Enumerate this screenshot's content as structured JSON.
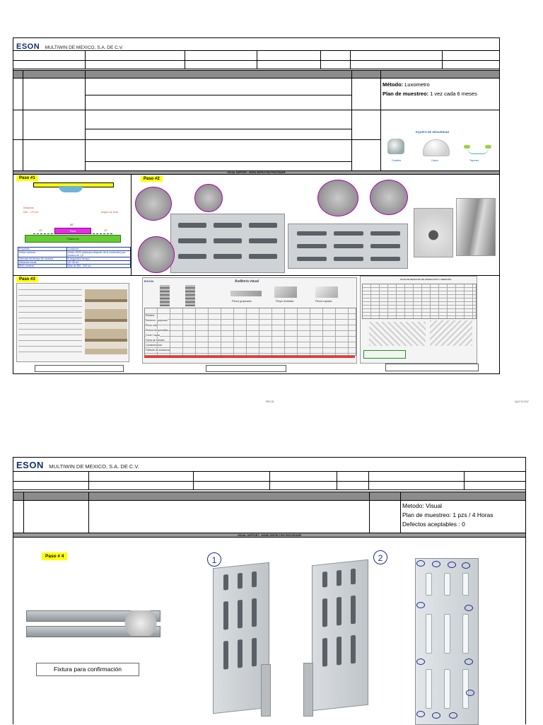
{
  "page1": {
    "logo": "ESON",
    "company": "MULTIWIN DE MEXICO, S.A. DE C.V.",
    "method_label": "Método:",
    "method_value": "Luxometro",
    "plan_label": "Plan de muestreo:",
    "plan_value": "1 vez cada 6 meses",
    "safety_title": "EQUIPO DE SEGURIDAD",
    "safety_items": [
      "Guantes",
      "Casco",
      "Tapones"
    ],
    "visual_support": "VISUAL SUPPORT - WORK INSPECTION PROCEDURE",
    "step1": "Paso #1",
    "step2": "Paso #2",
    "step3": "Paso #3",
    "diagram": {
      "distance_label": "Distancia",
      "distance_value": "Dist. : 170 cm",
      "angle_label": "Angulo de vista",
      "angle_left": "45°",
      "angle_right": "45°",
      "angle_center": "90°",
      "piece": "Pieza",
      "platform": "Plataforma"
    },
    "spec_table": [
      [
        "Propósito",
        "Condición"
      ],
      [
        "Visión nominal",
        "Visión 20/20 (anteojos después de la corrección) por encima de 1,0"
      ],
      [
        "Intervalo de tiempo de muestra",
        "5 segundos/ tiempo"
      ],
      [
        "Distancia visual",
        "40~45 cm"
      ],
      [
        "Brillo nominal",
        "Más de 850 - 900 lux"
      ]
    ],
    "auditoria_title": "Auditoria visual",
    "defect_labels": [
      "Pieza golpeada",
      "Pleyo doblada",
      "Pieza rayada"
    ],
    "auditoria_rows": [
      "Rebaba",
      "Deforme / golpeado",
      "Pieza rota",
      "Pintura desprendida",
      "Corte / rayas",
      "Fuera de tamaño",
      "Contaminación",
      "Faltante de soldadura"
    ],
    "inspection_form_title": "HOJA DE REGISTRO DE INSPECCIÓN Y MEDICIÓN",
    "footer_center": "REV.01",
    "footer_right": "QA-F12-R07"
  },
  "page2": {
    "logo": "ESON",
    "company": "MULTIWIN DE MEXICO, S.A. DE C.V.",
    "method_line": "Metodo: Visual",
    "plan_line": "Plan de muestreo: 1 pzs / 4 Horas",
    "defects_line": "Defectos aceptables : 0",
    "visual_support": "VISUAL SUPPORT - WORK INSPECTION PROCEDURE",
    "step4": "Paso # 4",
    "fixture_caption": "Fixtura para confirmación",
    "view_numbers": [
      "1",
      "2"
    ]
  },
  "colors": {
    "logo_blue": "#14306b",
    "band_gray": "#8c8c8c",
    "highlight_yellow": "#ffff00",
    "magnifier_magenta": "#b000b0",
    "ring_blue": "#1a2a8a",
    "platform_green": "#66cc33",
    "piece_magenta": "#e030e0"
  }
}
